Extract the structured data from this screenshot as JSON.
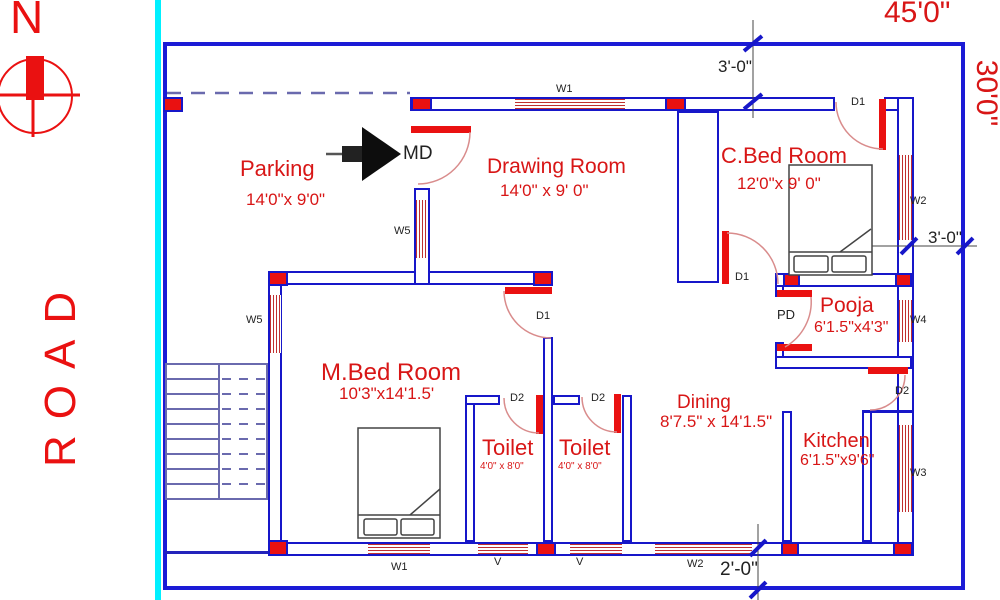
{
  "compass": {
    "north": "N"
  },
  "road": "ROAD",
  "dimensions": {
    "plot_width": "45'0\"",
    "plot_depth": "30'0\"",
    "front_setback": "3'-0\"",
    "side_setback": "3'-0\"",
    "back_setback": "2'-0\""
  },
  "rooms": {
    "parking": {
      "name": "Parking",
      "size": "14'0\"x 9'0\""
    },
    "drawing_room": {
      "name": "Drawing Room",
      "size": "14'0\" x 9' 0\""
    },
    "c_bed_room": {
      "name": "C.Bed Room",
      "size": "12'0\"x 9' 0\""
    },
    "pooja": {
      "name": "Pooja",
      "size": "6'1.5\"x4'3\""
    },
    "m_bed_room": {
      "name": "M.Bed Room",
      "size": "10'3\"x14'1.5'"
    },
    "toilet_1": {
      "name": "Toilet",
      "size": "4'0\" x 8'0\""
    },
    "toilet_2": {
      "name": "Toilet",
      "size": "4'0\" x 8'0\""
    },
    "dining": {
      "name": "Dining",
      "size": "8'7.5\" x 14'1.5\""
    },
    "kitchen": {
      "name": "Kitchen",
      "size": "6'1.5\"x9'6\""
    }
  },
  "doors": {
    "main": "MD",
    "d1": "D1",
    "d2": "D2",
    "pd": "PD"
  },
  "windows": {
    "w1": "W1",
    "w2": "W2",
    "w3": "W3",
    "w4": "W4",
    "w5": "W5",
    "v": "V"
  },
  "colors": {
    "wall": "#1717c9",
    "boundary": "#1b1bd6",
    "red": "#ea1111",
    "text_red": "#d81616",
    "arc": "#d98c8c",
    "cyan": "#00f0ff",
    "navy": "#6a6aae",
    "ink": "#222222"
  }
}
